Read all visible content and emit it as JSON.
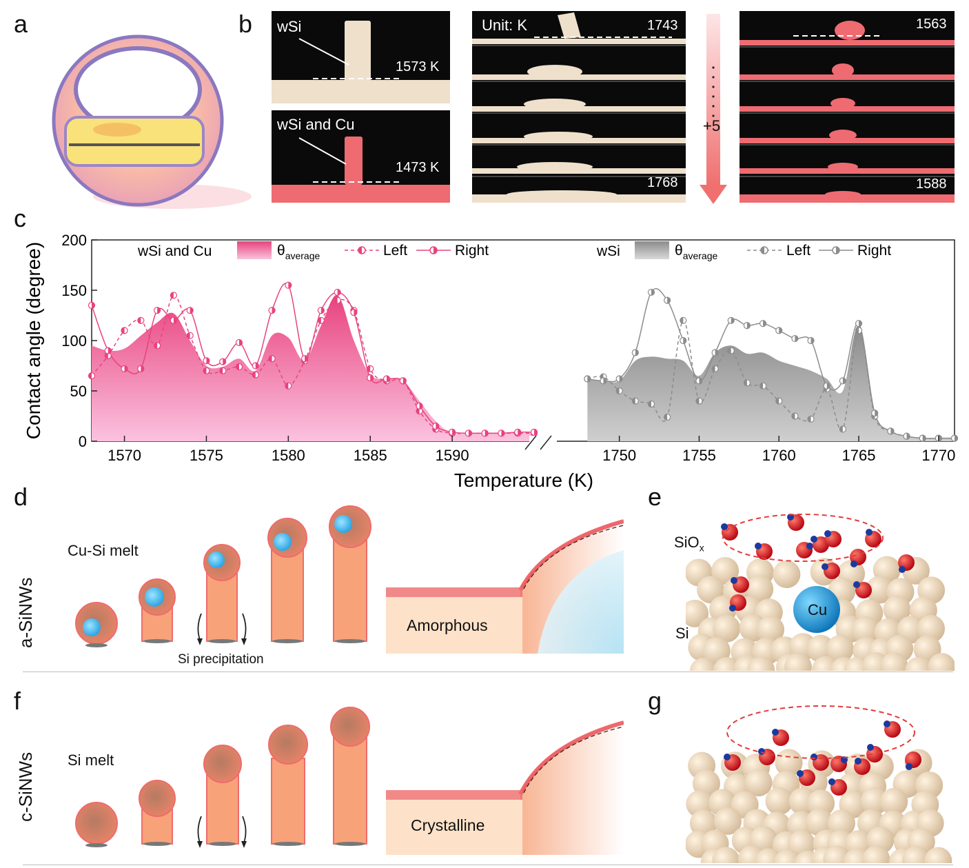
{
  "panels": {
    "a": "a",
    "b": "b",
    "c": "c",
    "d": "d",
    "e": "e",
    "f": "f",
    "g": "g"
  },
  "panel_b": {
    "wsi_label": "wSi",
    "wsi_temp": "1573 K",
    "wsicu_label": "wSi and Cu",
    "wsicu_temp": "1473 K",
    "unit_label": "Unit: K",
    "mid_start": "1743",
    "mid_end": "1768",
    "step_label": "+5",
    "right_start": "1563",
    "right_end": "1588"
  },
  "chart_data": {
    "type": "area",
    "ylabel": "Contact angle (degree)",
    "xlabel": "Temperature (K)",
    "ylim": [
      0,
      200
    ],
    "y_ticks": [
      "0",
      "50",
      "100",
      "150",
      "200"
    ],
    "x_ticks_left": [
      "1570",
      "1575",
      "1580",
      "1585",
      "1590"
    ],
    "x_ticks_right": [
      "1750",
      "1755",
      "1760",
      "1765",
      "1770"
    ],
    "x_range_left": [
      1568,
      1595
    ],
    "x_range_right": [
      1746,
      1771
    ],
    "colors": {
      "cu": "#e8437e",
      "cu_fill": "#f291b6",
      "wsi": "#8c8c8c",
      "wsi_fill": "#a8a8a8"
    },
    "legend": {
      "cu_group": "wSi and Cu",
      "wsi_group": "wSi",
      "theta": "θ",
      "theta_sub": "average",
      "left": "Left",
      "right": "Right"
    },
    "series": [
      {
        "name": "wSi and Cu θaverage",
        "x": [
          1568,
          1569,
          1570,
          1571,
          1572,
          1573,
          1574,
          1575,
          1576,
          1577,
          1578,
          1579,
          1580,
          1581,
          1582,
          1583,
          1584,
          1585,
          1586,
          1587,
          1588,
          1589,
          1590,
          1591,
          1592,
          1593,
          1594,
          1595
        ],
        "y": [
          95,
          90,
          92,
          105,
          118,
          127,
          100,
          75,
          74,
          82,
          70,
          105,
          103,
          80,
          115,
          145,
          100,
          66,
          62,
          60,
          40,
          20,
          8,
          8,
          8,
          8,
          8,
          8
        ]
      },
      {
        "name": "wSi and Cu Left",
        "x": [
          1568,
          1569,
          1570,
          1571,
          1572,
          1573,
          1574,
          1575,
          1576,
          1577,
          1578,
          1579,
          1580,
          1581,
          1582,
          1583,
          1584,
          1585,
          1586,
          1587,
          1588,
          1589,
          1590,
          1591,
          1592,
          1593,
          1594,
          1595
        ],
        "y": [
          65,
          85,
          110,
          120,
          95,
          145,
          105,
          70,
          70,
          74,
          66,
          82,
          55,
          80,
          120,
          140,
          130,
          72,
          60,
          60,
          30,
          12,
          8,
          8,
          8,
          8,
          8,
          8
        ]
      },
      {
        "name": "wSi and Cu Right",
        "x": [
          1568,
          1569,
          1570,
          1571,
          1572,
          1573,
          1574,
          1575,
          1576,
          1577,
          1578,
          1579,
          1580,
          1581,
          1582,
          1583,
          1584,
          1585,
          1586,
          1587,
          1588,
          1589,
          1590,
          1591,
          1592,
          1593,
          1594,
          1595
        ],
        "y": [
          135,
          90,
          72,
          72,
          130,
          120,
          130,
          80,
          79,
          98,
          75,
          130,
          155,
          82,
          130,
          148,
          128,
          63,
          62,
          60,
          35,
          15,
          9,
          8,
          8,
          8,
          9,
          9
        ]
      },
      {
        "name": "wSi θaverage",
        "x": [
          1748,
          1749,
          1750,
          1751,
          1752,
          1753,
          1754,
          1755,
          1756,
          1757,
          1758,
          1759,
          1760,
          1761,
          1762,
          1763,
          1764,
          1765,
          1766,
          1767,
          1768,
          1769,
          1770,
          1771
        ],
        "y": [
          62,
          60,
          60,
          80,
          84,
          82,
          80,
          65,
          88,
          95,
          87,
          88,
          80,
          75,
          70,
          62,
          50,
          115,
          28,
          10,
          5,
          3,
          3,
          3
        ]
      },
      {
        "name": "wSi Left",
        "x": [
          1748,
          1749,
          1750,
          1751,
          1752,
          1753,
          1754,
          1755,
          1756,
          1757,
          1758,
          1759,
          1760,
          1761,
          1762,
          1763,
          1764,
          1765,
          1766,
          1767,
          1768,
          1769,
          1770,
          1771
        ],
        "y": [
          62,
          64,
          50,
          40,
          37,
          24,
          120,
          40,
          72,
          90,
          58,
          55,
          40,
          25,
          22,
          52,
          12,
          110,
          25,
          10,
          5,
          3,
          3,
          3
        ]
      },
      {
        "name": "wSi Right",
        "x": [
          1748,
          1749,
          1750,
          1751,
          1752,
          1753,
          1754,
          1755,
          1756,
          1757,
          1758,
          1759,
          1760,
          1761,
          1762,
          1763,
          1764,
          1765,
          1766,
          1767,
          1768,
          1769,
          1770,
          1771
        ],
        "y": [
          62,
          60,
          62,
          88,
          148,
          140,
          100,
          60,
          88,
          120,
          115,
          117,
          110,
          102,
          100,
          55,
          60,
          117,
          28,
          10,
          5,
          3,
          3,
          3
        ]
      }
    ]
  },
  "panel_d": {
    "side_label": "a-SiNWs",
    "melt_label": "Cu-Si melt",
    "precip_label": "Si precipitation",
    "phase_label": "Amorphous"
  },
  "panel_e": {
    "siox": "SiO",
    "siox_sub": "x",
    "cu": "Cu",
    "si": "Si"
  },
  "panel_f": {
    "side_label": "c-SiNWs",
    "melt_label": "Si melt",
    "phase_label": "Crystalline"
  }
}
